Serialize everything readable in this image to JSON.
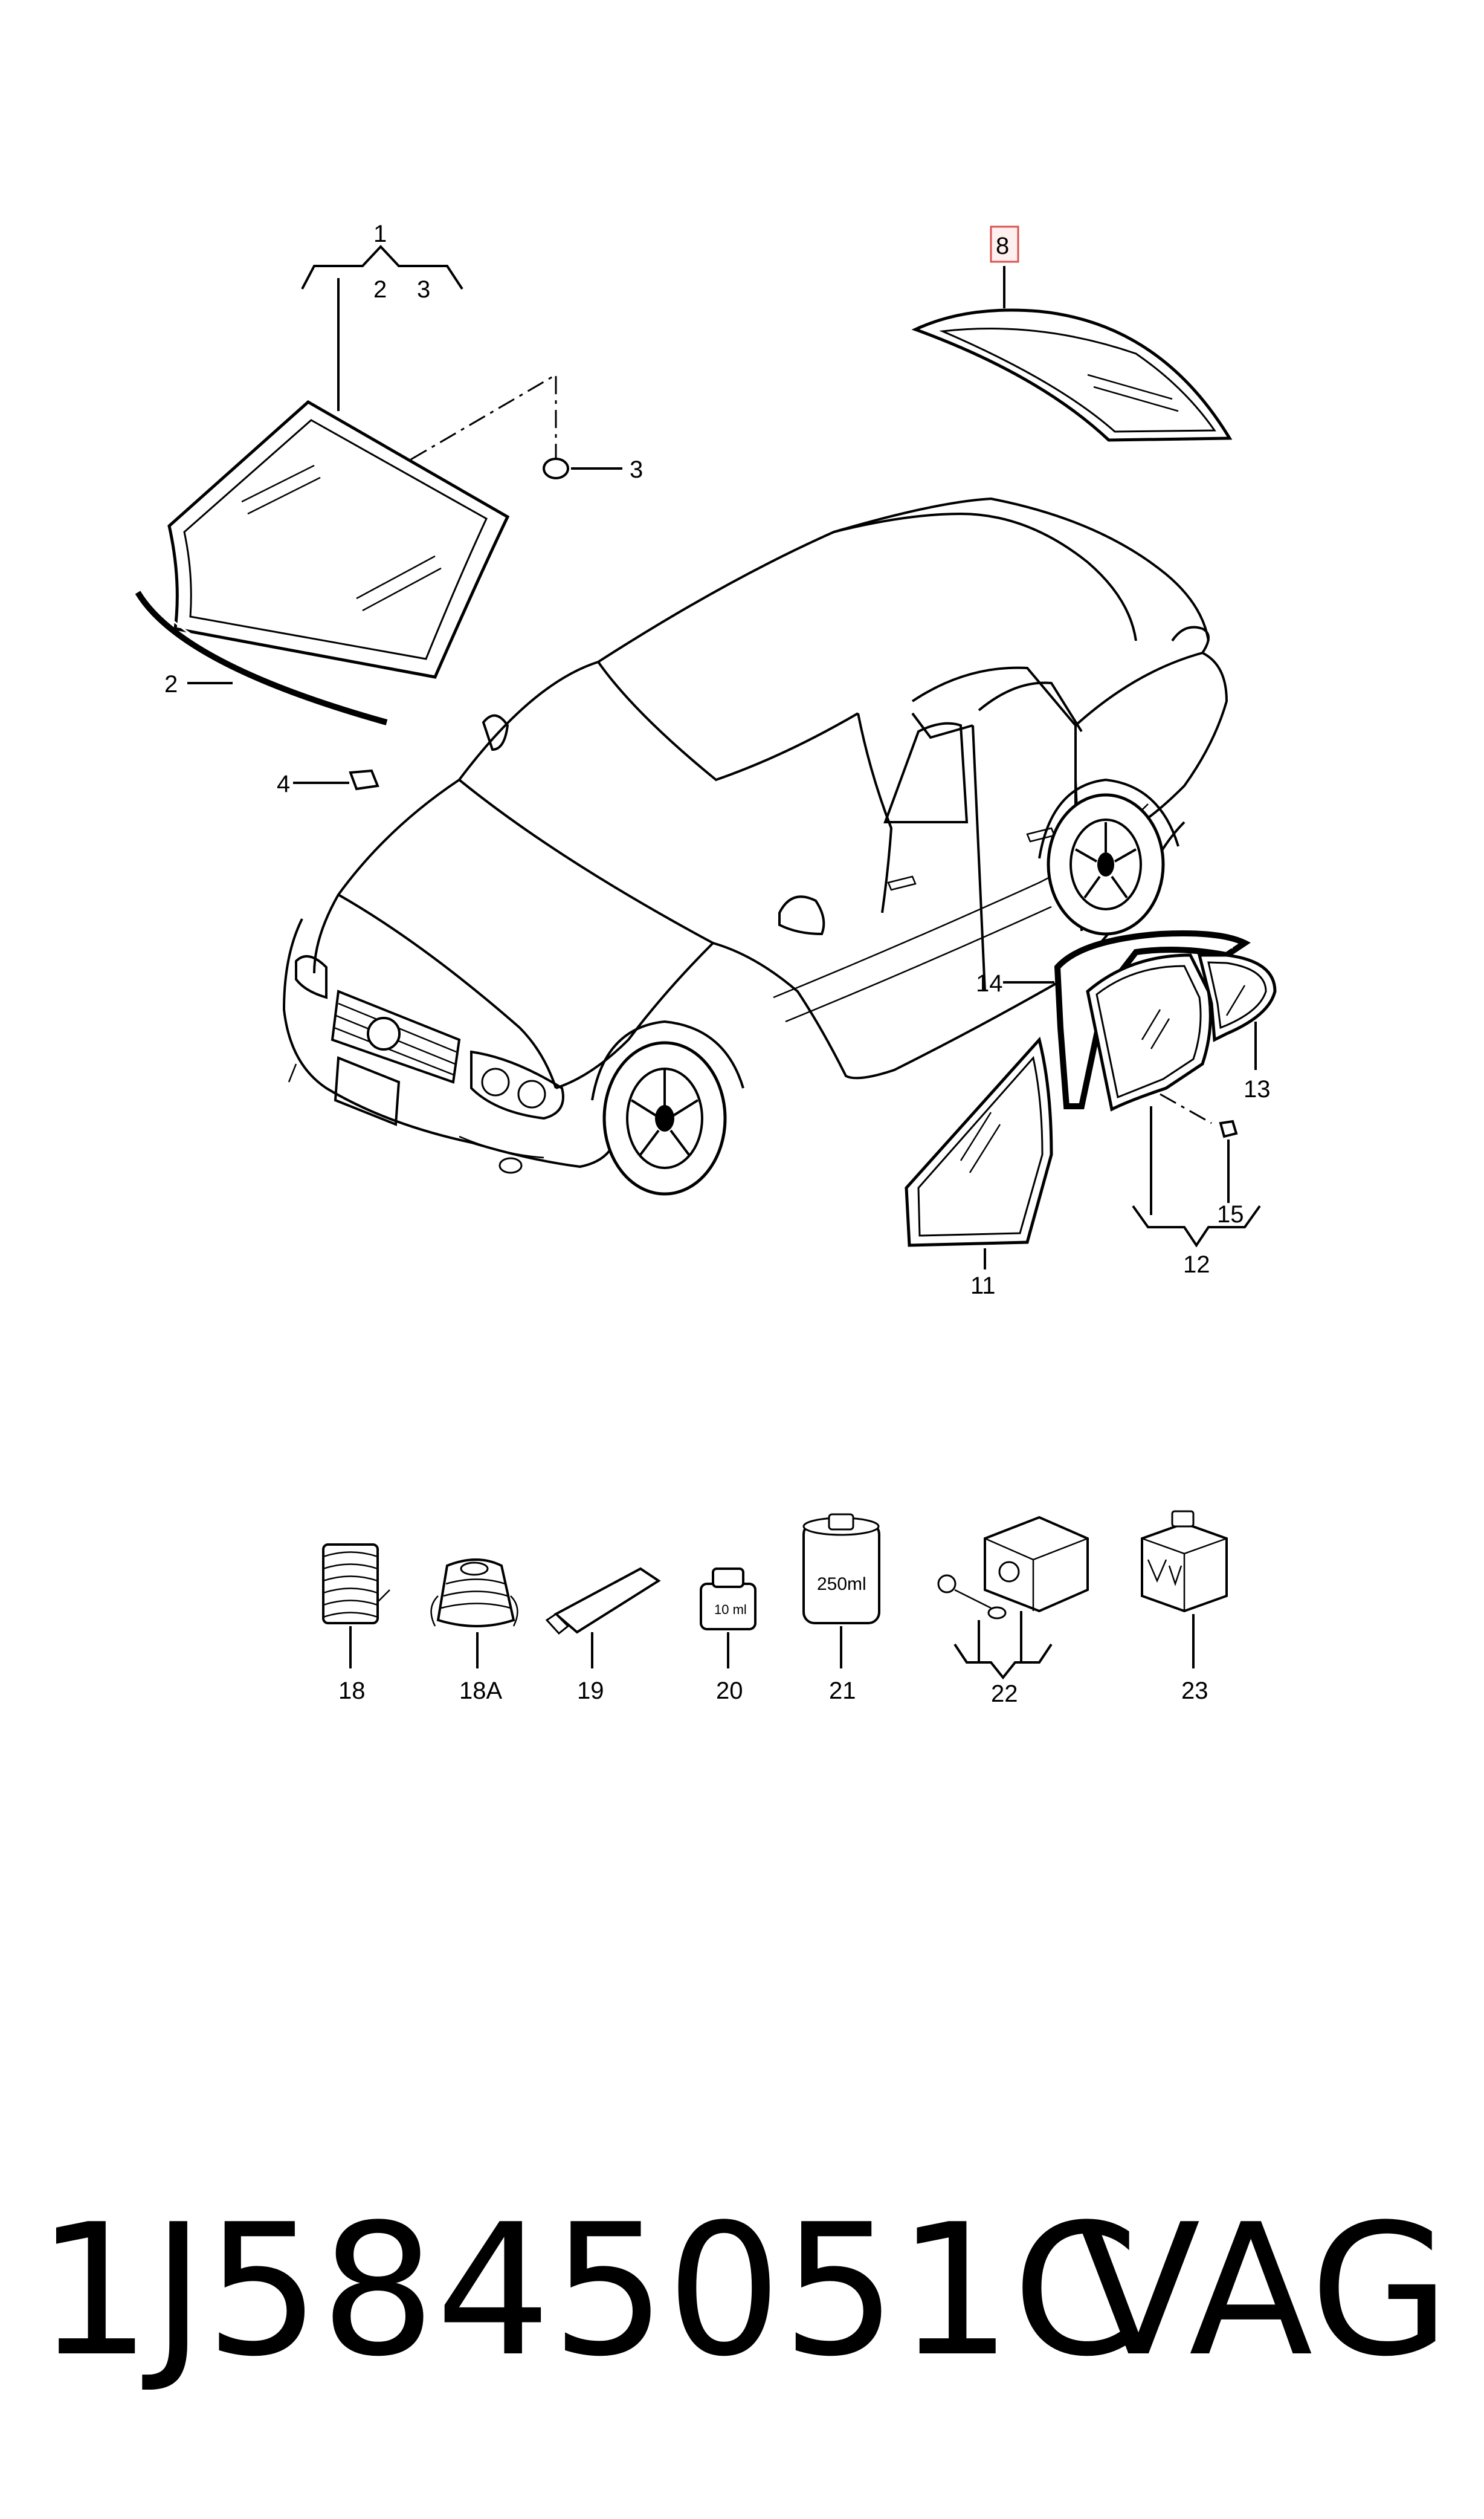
{
  "callouts": {
    "c1": "1",
    "c1_2": "2",
    "c1_3": "3",
    "c2": "2",
    "c3": "3",
    "c4": "4",
    "c8": "8",
    "c11": "11",
    "c12": "12",
    "c13": "13",
    "c14": "14",
    "c15": "15",
    "c18": "18",
    "c18a": "18A",
    "c19": "19",
    "c20": "20",
    "c21": "21",
    "c22": "22",
    "c23": "23"
  },
  "container_labels": {
    "bottle_20": "10 ml",
    "bottle_21": "250ml"
  },
  "footer": {
    "part_number": "1J5845051C",
    "brand": "VAG"
  },
  "colors": {
    "highlight_border": "#d9534f",
    "line": "#000000",
    "background": "#ffffff"
  }
}
